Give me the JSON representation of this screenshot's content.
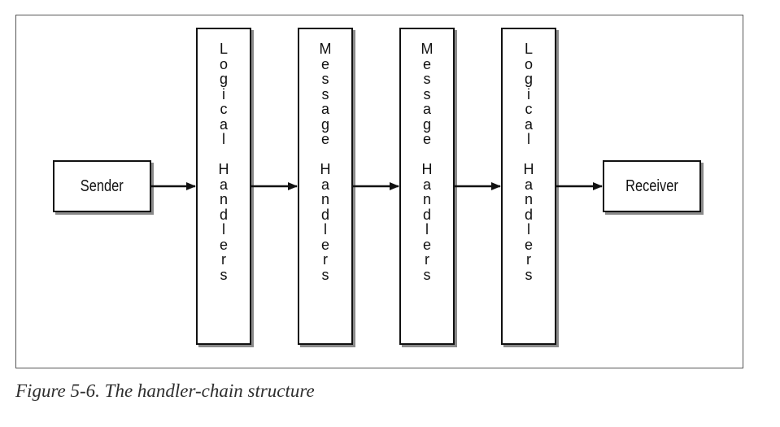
{
  "diagram": {
    "sender_label": "Sender",
    "receiver_label": "Receiver",
    "handlers": [
      {
        "label": "Logical Handlers"
      },
      {
        "label": "Message Handlers"
      },
      {
        "label": "Message Handlers"
      },
      {
        "label": "Logical Handlers"
      }
    ]
  },
  "caption": "Figure 5-6. The handler-chain structure"
}
